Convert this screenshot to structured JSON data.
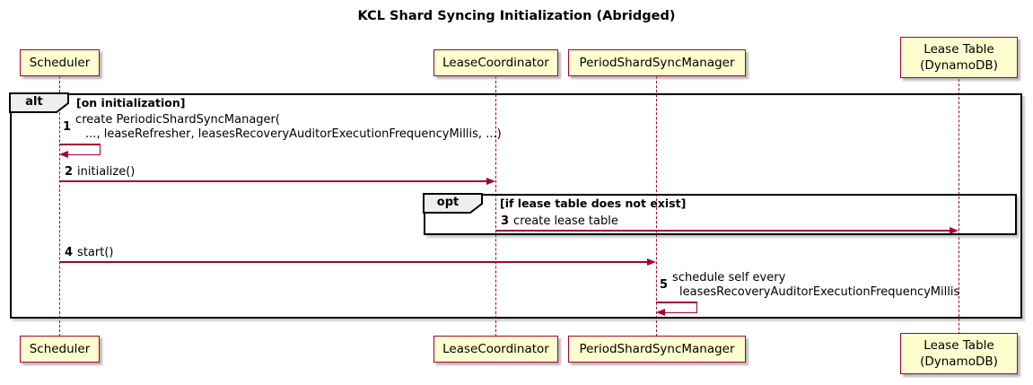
{
  "title": "KCL Shard Syncing Initialization (Abridged)",
  "diagram_type": "sequence",
  "colors": {
    "participant_fill": "#FEFECE",
    "participant_border": "#A80036",
    "lifeline": "#A80036",
    "arrow": "#A80036",
    "frame_border": "#000000",
    "frame_label_fill": "#EEEEEE",
    "background": "#FFFFFF"
  },
  "participants": [
    {
      "label": "Scheduler"
    },
    {
      "label": "LeaseCoordinator"
    },
    {
      "label": "PeriodShardSyncManager"
    },
    {
      "label": "Lease Table",
      "label2": "(DynamoDB)"
    }
  ],
  "frames": {
    "alt": {
      "keyword": "alt",
      "guard": "[on initialization]"
    },
    "opt": {
      "keyword": "opt",
      "guard": "[if lease table does not exist]"
    }
  },
  "messages": [
    {
      "num": "1",
      "from": "Scheduler",
      "to": "Scheduler",
      "line1": "create PeriodicShardSyncManager(",
      "line2": "..., leaseRefresher, leasesRecoveryAuditorExecutionFrequencyMillis, ...)"
    },
    {
      "num": "2",
      "from": "Scheduler",
      "to": "LeaseCoordinator",
      "text": "initialize()"
    },
    {
      "num": "3",
      "from": "LeaseCoordinator",
      "to": "Lease Table (DynamoDB)",
      "text": "create lease table"
    },
    {
      "num": "4",
      "from": "Scheduler",
      "to": "PeriodShardSyncManager",
      "text": "start()"
    },
    {
      "num": "5",
      "from": "PeriodShardSyncManager",
      "to": "PeriodShardSyncManager",
      "line1": "schedule self every",
      "line2": "leasesRecoveryAuditorExecutionFrequencyMillis"
    }
  ]
}
